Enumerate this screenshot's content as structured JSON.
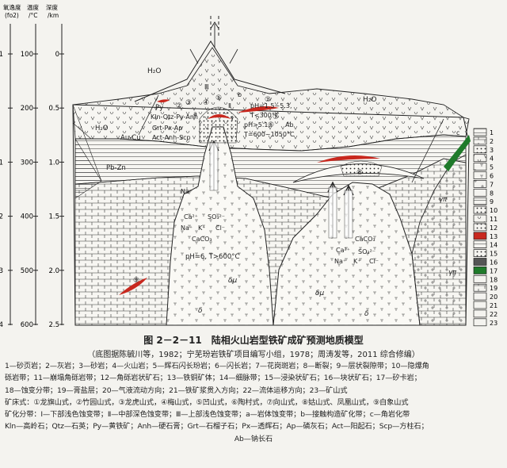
{
  "axes": {
    "col1_header": [
      "氧逸度",
      "(fo2)"
    ],
    "col2_header": [
      "温度",
      "/°C"
    ],
    "col3_header": [
      "深度",
      "/km"
    ],
    "ticks": [
      {
        "a": "1",
        "b": "100",
        "c": "0"
      },
      {
        "a": "",
        "b": "200",
        "c": "0.5"
      },
      {
        "a": "1",
        "b": "300",
        "c": "1.0"
      },
      {
        "a": "2",
        "b": "400",
        "c": "1.5"
      },
      {
        "a": "3",
        "b": "500",
        "c": "2.0"
      },
      {
        "a": "4",
        "b": "600",
        "c": "2.5"
      }
    ]
  },
  "labels": {
    "h2o_top": "H₂O",
    "h2o_right": "H₂O",
    "h2o_left": "H₂O",
    "roman_iii": "Ⅲ",
    "roman_ii": "Ⅱ",
    "roman_i": "Ⅰ",
    "py": "Py",
    "kln": "Kln-Qtz-Py-Anh",
    "grt": "Grt-Px-Ap",
    "act": "Act-Anh-Scp",
    "ph1": "pH=1.5~5.3,",
    "t1": "T<300°C",
    "ph2": "pH>5.1,",
    "t2": "T=600~1050°C",
    "ab": "Ab",
    "aucu": "Au-Cu",
    "pbzn": "Pb-Zn",
    "na": "Na⁺",
    "ions1": [
      "Ca²⁺",
      "SO₃²⁻",
      "Na⁺",
      "K⁺",
      "Cl⁻",
      "CaCO₃"
    ],
    "ions2": [
      "CaCO₃",
      "Ca²⁺",
      "SO₃²⁻",
      "Na⁺",
      "K⁺",
      "Cl⁻"
    ],
    "ph3": "pH=6, T>600°C",
    "delta_mu1": "δμ",
    "delta_mu2": "δμ",
    "delta1": "δ",
    "delta2": "δ",
    "gamma_pi1": "γπ",
    "gamma_pi2": "γπ",
    "circle_nums": [
      "①",
      "②",
      "③",
      "④",
      "⑤",
      "⑥",
      "⑦",
      "⑧",
      "⑨"
    ],
    "a_label": "a",
    "b_label": "b",
    "c_label": "c"
  },
  "legend_numbers": [
    "1",
    "2",
    "3",
    "4",
    "5",
    "6",
    "7",
    "8",
    "9",
    "10",
    "11",
    "12",
    "13",
    "14",
    "15",
    "16",
    "17",
    "18",
    "19",
    "20",
    "21",
    "22",
    "23"
  ],
  "colors": {
    "ore_red": "#c8281e",
    "skarn_green": "#1f7a2a",
    "line": "#2a2a2a",
    "paper": "#f4f3ef"
  },
  "caption": {
    "title": "图 2－2－11　陆相火山岩型铁矿成矿预测地质模型",
    "subtitle": "（底图据陈毓川等，1982；宁芜玢岩铁矿项目编写小组，1978；周涛发等，2011 综合修编）"
  },
  "legend_lines": [
    "1—砂页岩；2—灰岩；3—砂岩；4—火山岩；5—辉石闪长玢岩；6—闪长岩；7—花岗斑岩；8—断裂；9—层状裂隙带；10—隐爆角",
    "砾岩带；11—崩塌角砾岩带；12—角砾岩状矿石；13—铁铜矿体；14—细脉带；15—浸染状矿石；16—块状矿石；17—矽卡岩；",
    "18—蚀变分带；19—膏盐层；20—气液流动方向；21—铁矿浆贯入方向；22—流体运移方向；23—矿山式",
    "矿床式：①龙旗山式，②竹园山式，③龙虎山式，④梅山式，⑤凹山式，⑥陶村式，⑦向山式，⑧姑山式、凤凰山式，⑨白象山式",
    "矿化分带：Ⅰ—下部浅色蚀变带；Ⅱ—中部深色蚀变带；Ⅲ—上部浅色蚀变带；a—岩体蚀变带；b—接触构造矿化带；c—角岩化带",
    "Kln—高岭石；Qtz—石英；Py—黄铁矿；Anh—硬石膏；Grt—石榴子石；Px—透辉石；Ap—磷灰石；Act—阳起石；Scp—方柱石；",
    "Ab—钠长石"
  ]
}
